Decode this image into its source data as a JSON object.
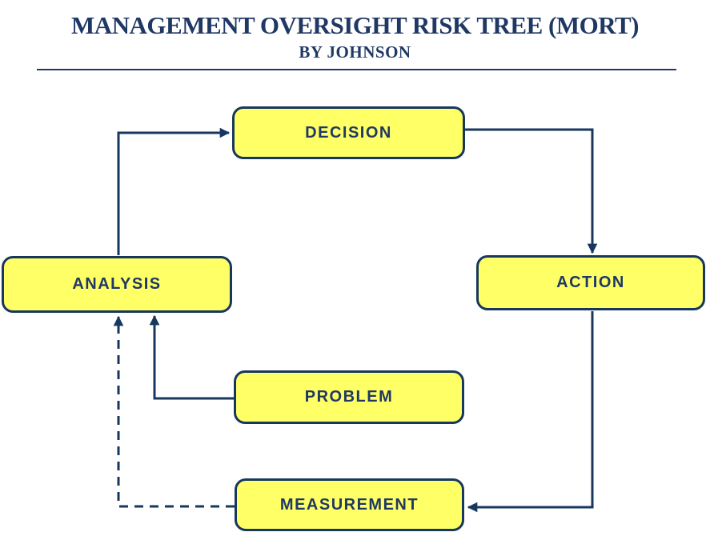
{
  "header": {
    "title": "MANAGEMENT OVERSIGHT RISK TREE (MORT)",
    "subtitle": "BY JOHNSON"
  },
  "diagram": {
    "nodes": [
      {
        "id": "decision",
        "label": "DECISION"
      },
      {
        "id": "analysis",
        "label": "ANALYSIS"
      },
      {
        "id": "action",
        "label": "ACTION"
      },
      {
        "id": "problem",
        "label": "PROBLEM"
      },
      {
        "id": "measurement",
        "label": "MEASUREMENT"
      }
    ],
    "edges": [
      {
        "from": "analysis",
        "to": "decision",
        "style": "solid"
      },
      {
        "from": "decision",
        "to": "action",
        "style": "solid"
      },
      {
        "from": "action",
        "to": "measurement",
        "style": "solid"
      },
      {
        "from": "problem",
        "to": "analysis",
        "style": "solid"
      },
      {
        "from": "measurement",
        "to": "analysis",
        "style": "dashed"
      }
    ]
  },
  "colors": {
    "node_fill": "#FFFF66",
    "node_border": "#17375E",
    "line": "#17375E",
    "text": "#1F3864",
    "background": "#FFFFFF"
  }
}
